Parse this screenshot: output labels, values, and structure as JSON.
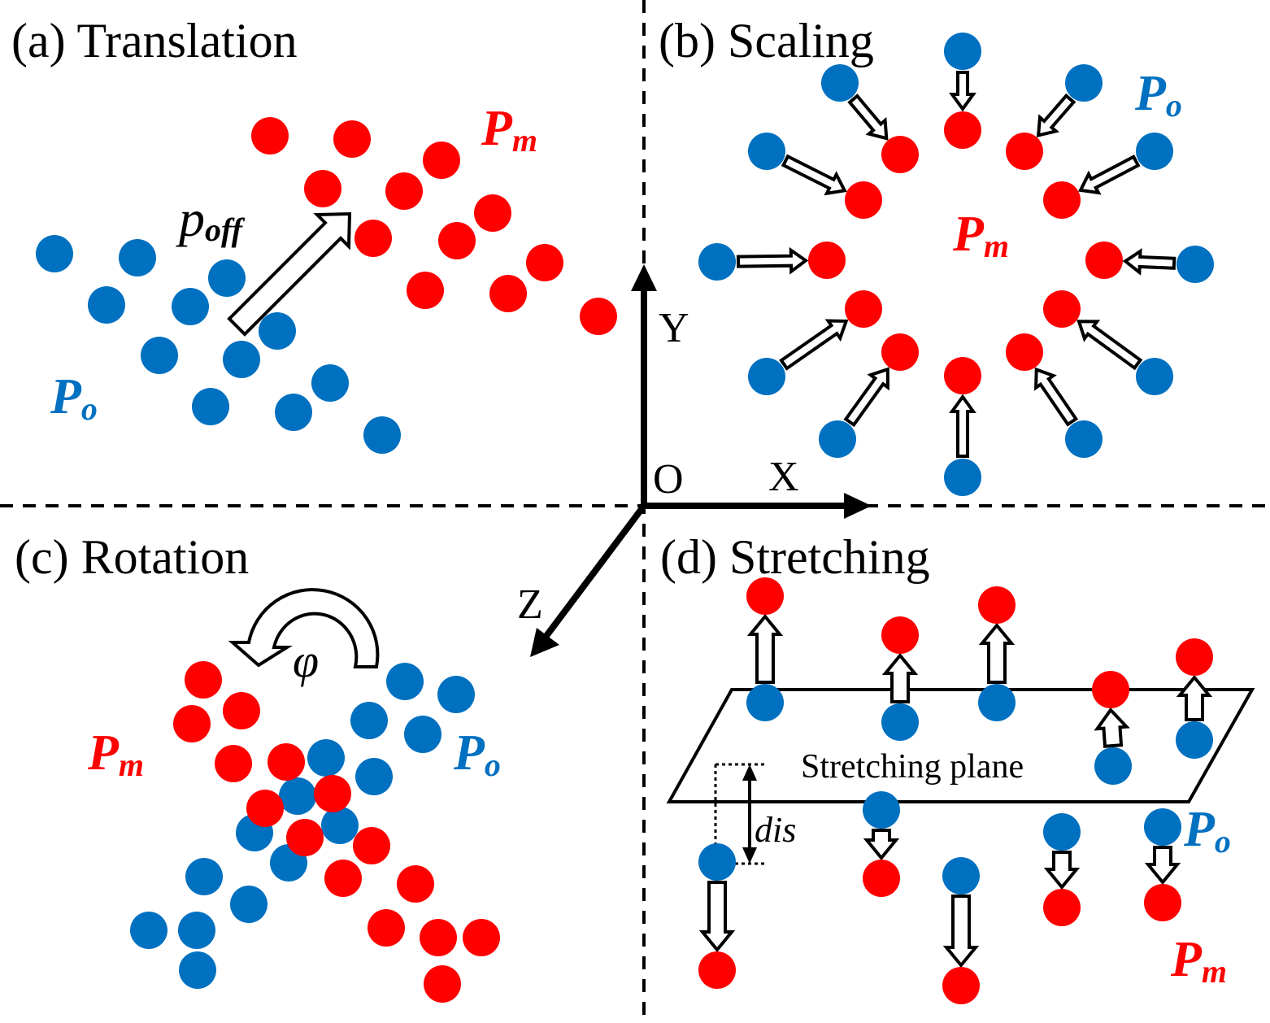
{
  "colors": {
    "original": "#0070c0",
    "moved": "#ff0000",
    "ink": "#000000"
  },
  "axes": {
    "x": "X",
    "y": "Y",
    "z": "Z",
    "origin": "O"
  },
  "panels": {
    "a": {
      "title": "(a) Translation",
      "pm": "P",
      "pm_sub": "m",
      "po": "P",
      "po_sub": "o",
      "offset_base": "p",
      "offset_sub": "off"
    },
    "b": {
      "title": "(b) Scaling",
      "pm": "P",
      "pm_sub": "m",
      "po": "P",
      "po_sub": "o"
    },
    "c": {
      "title": "(c) Rotation",
      "pm": "P",
      "pm_sub": "m",
      "po": "P",
      "po_sub": "o",
      "angle": "φ"
    },
    "d": {
      "title": "(d) Stretching",
      "pm": "P",
      "pm_sub": "m",
      "po": "P",
      "po_sub": "o",
      "plane_label": "Stretching plane",
      "distance": "dis"
    }
  }
}
